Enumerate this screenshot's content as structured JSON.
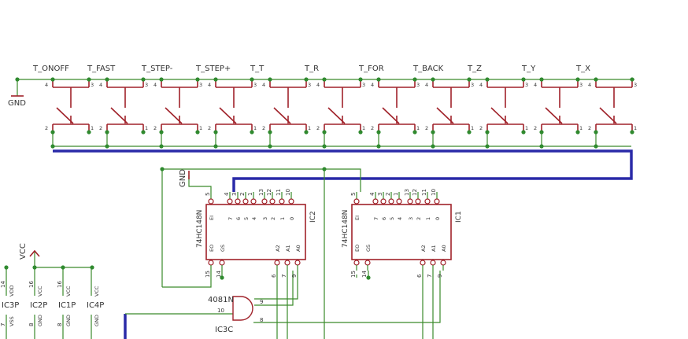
{
  "colors": {
    "wire": "#3a8a2a",
    "component": "#a0222a",
    "bus": "#2a2aa8",
    "junction": "#2f8a2f",
    "text": "#333333"
  },
  "gnd_left": "GND",
  "switches": [
    {
      "name": "T_ONOFF"
    },
    {
      "name": "T_FAST"
    },
    {
      "name": "T_STEP-"
    },
    {
      "name": "T_STEP+"
    },
    {
      "name": "T_T"
    },
    {
      "name": "T_R"
    },
    {
      "name": "T_FOR"
    },
    {
      "name": "T_BACK"
    },
    {
      "name": "T_Z"
    },
    {
      "name": "T_Y"
    },
    {
      "name": "T_X"
    }
  ],
  "switch_pins": {
    "p1": "1",
    "p2": "2",
    "p3": "3",
    "p4": "4"
  },
  "ic2": {
    "part": "74HC148N",
    "ref": "IC2",
    "top_pins": [
      "5",
      "4",
      "3",
      "2",
      "1",
      "13",
      "12",
      "11",
      "10"
    ],
    "inner_top": [
      "EI",
      "7",
      "6",
      "5",
      "4",
      "3",
      "2",
      "1",
      "0"
    ],
    "inner_bottom": [
      "EO",
      "GS",
      "A2",
      "A1",
      "A0"
    ],
    "bottom_pins": [
      "15",
      "14",
      "6",
      "7",
      "9"
    ],
    "gnd": "GND"
  },
  "ic1": {
    "part": "74HC148N",
    "ref": "IC1",
    "top_pins": [
      "5",
      "4",
      "3",
      "2",
      "1",
      "13",
      "12",
      "11",
      "10"
    ],
    "inner_top": [
      "EI",
      "7",
      "6",
      "5",
      "4",
      "3",
      "2",
      "1",
      "0"
    ],
    "inner_bottom": [
      "EO",
      "GS",
      "A2",
      "A1",
      "A0"
    ],
    "bottom_pins": [
      "15",
      "14",
      "6",
      "7",
      "9"
    ]
  },
  "gate": {
    "part": "4081N",
    "ref": "IC3C",
    "pin_a": "9",
    "pin_b": "8",
    "pin_out": "10"
  },
  "power": {
    "vcc": "VCC",
    "parts": [
      {
        "ref": "IC3P",
        "vcc_pin": "14",
        "vcc_label": "VDD",
        "gnd_pin": "7",
        "gnd_label": "VSS"
      },
      {
        "ref": "IC2P",
        "vcc_pin": "16",
        "vcc_label": "VCC",
        "gnd_pin": "8",
        "gnd_label": "GND"
      },
      {
        "ref": "IC1P",
        "vcc_pin": "16",
        "vcc_label": "VCC",
        "gnd_pin": "8",
        "gnd_label": "GND"
      },
      {
        "ref": "IC4P",
        "vcc_pin": "",
        "vcc_label": "VCC",
        "gnd_pin": "",
        "gnd_label": "GND"
      }
    ]
  }
}
